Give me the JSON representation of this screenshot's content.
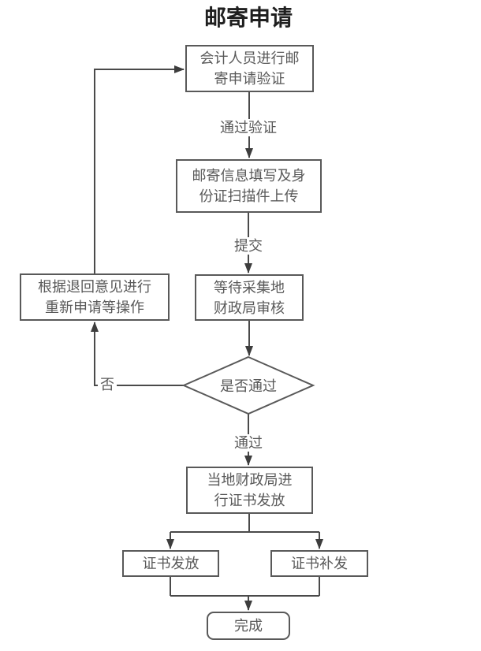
{
  "title": "邮寄申请",
  "flowchart": {
    "nodes": {
      "verify": {
        "label": "会计人员进行邮\n寄申请验证"
      },
      "fill_info": {
        "label": "邮寄信息填写及身\n份证扫描件上传"
      },
      "wait_review": {
        "label": "等待采集地\n财政局审核"
      },
      "decision": {
        "label": "是否通过"
      },
      "reapply": {
        "label": "根据退回意见进行\n重新申请等操作"
      },
      "issue": {
        "label": "当地财政局进\n行证书发放"
      },
      "cert_issue": {
        "label": "证书发放"
      },
      "cert_reissue": {
        "label": "证书补发"
      },
      "done": {
        "label": "完成"
      }
    },
    "edge_labels": {
      "pass_verify": "通过验证",
      "submit": "提交",
      "no": "否",
      "pass": "通过"
    },
    "colors": {
      "line": "#4a4a4a",
      "border": "#595959",
      "node_text": "#595959",
      "title_text": "#1f1f1f",
      "background": "#ffffff"
    }
  }
}
